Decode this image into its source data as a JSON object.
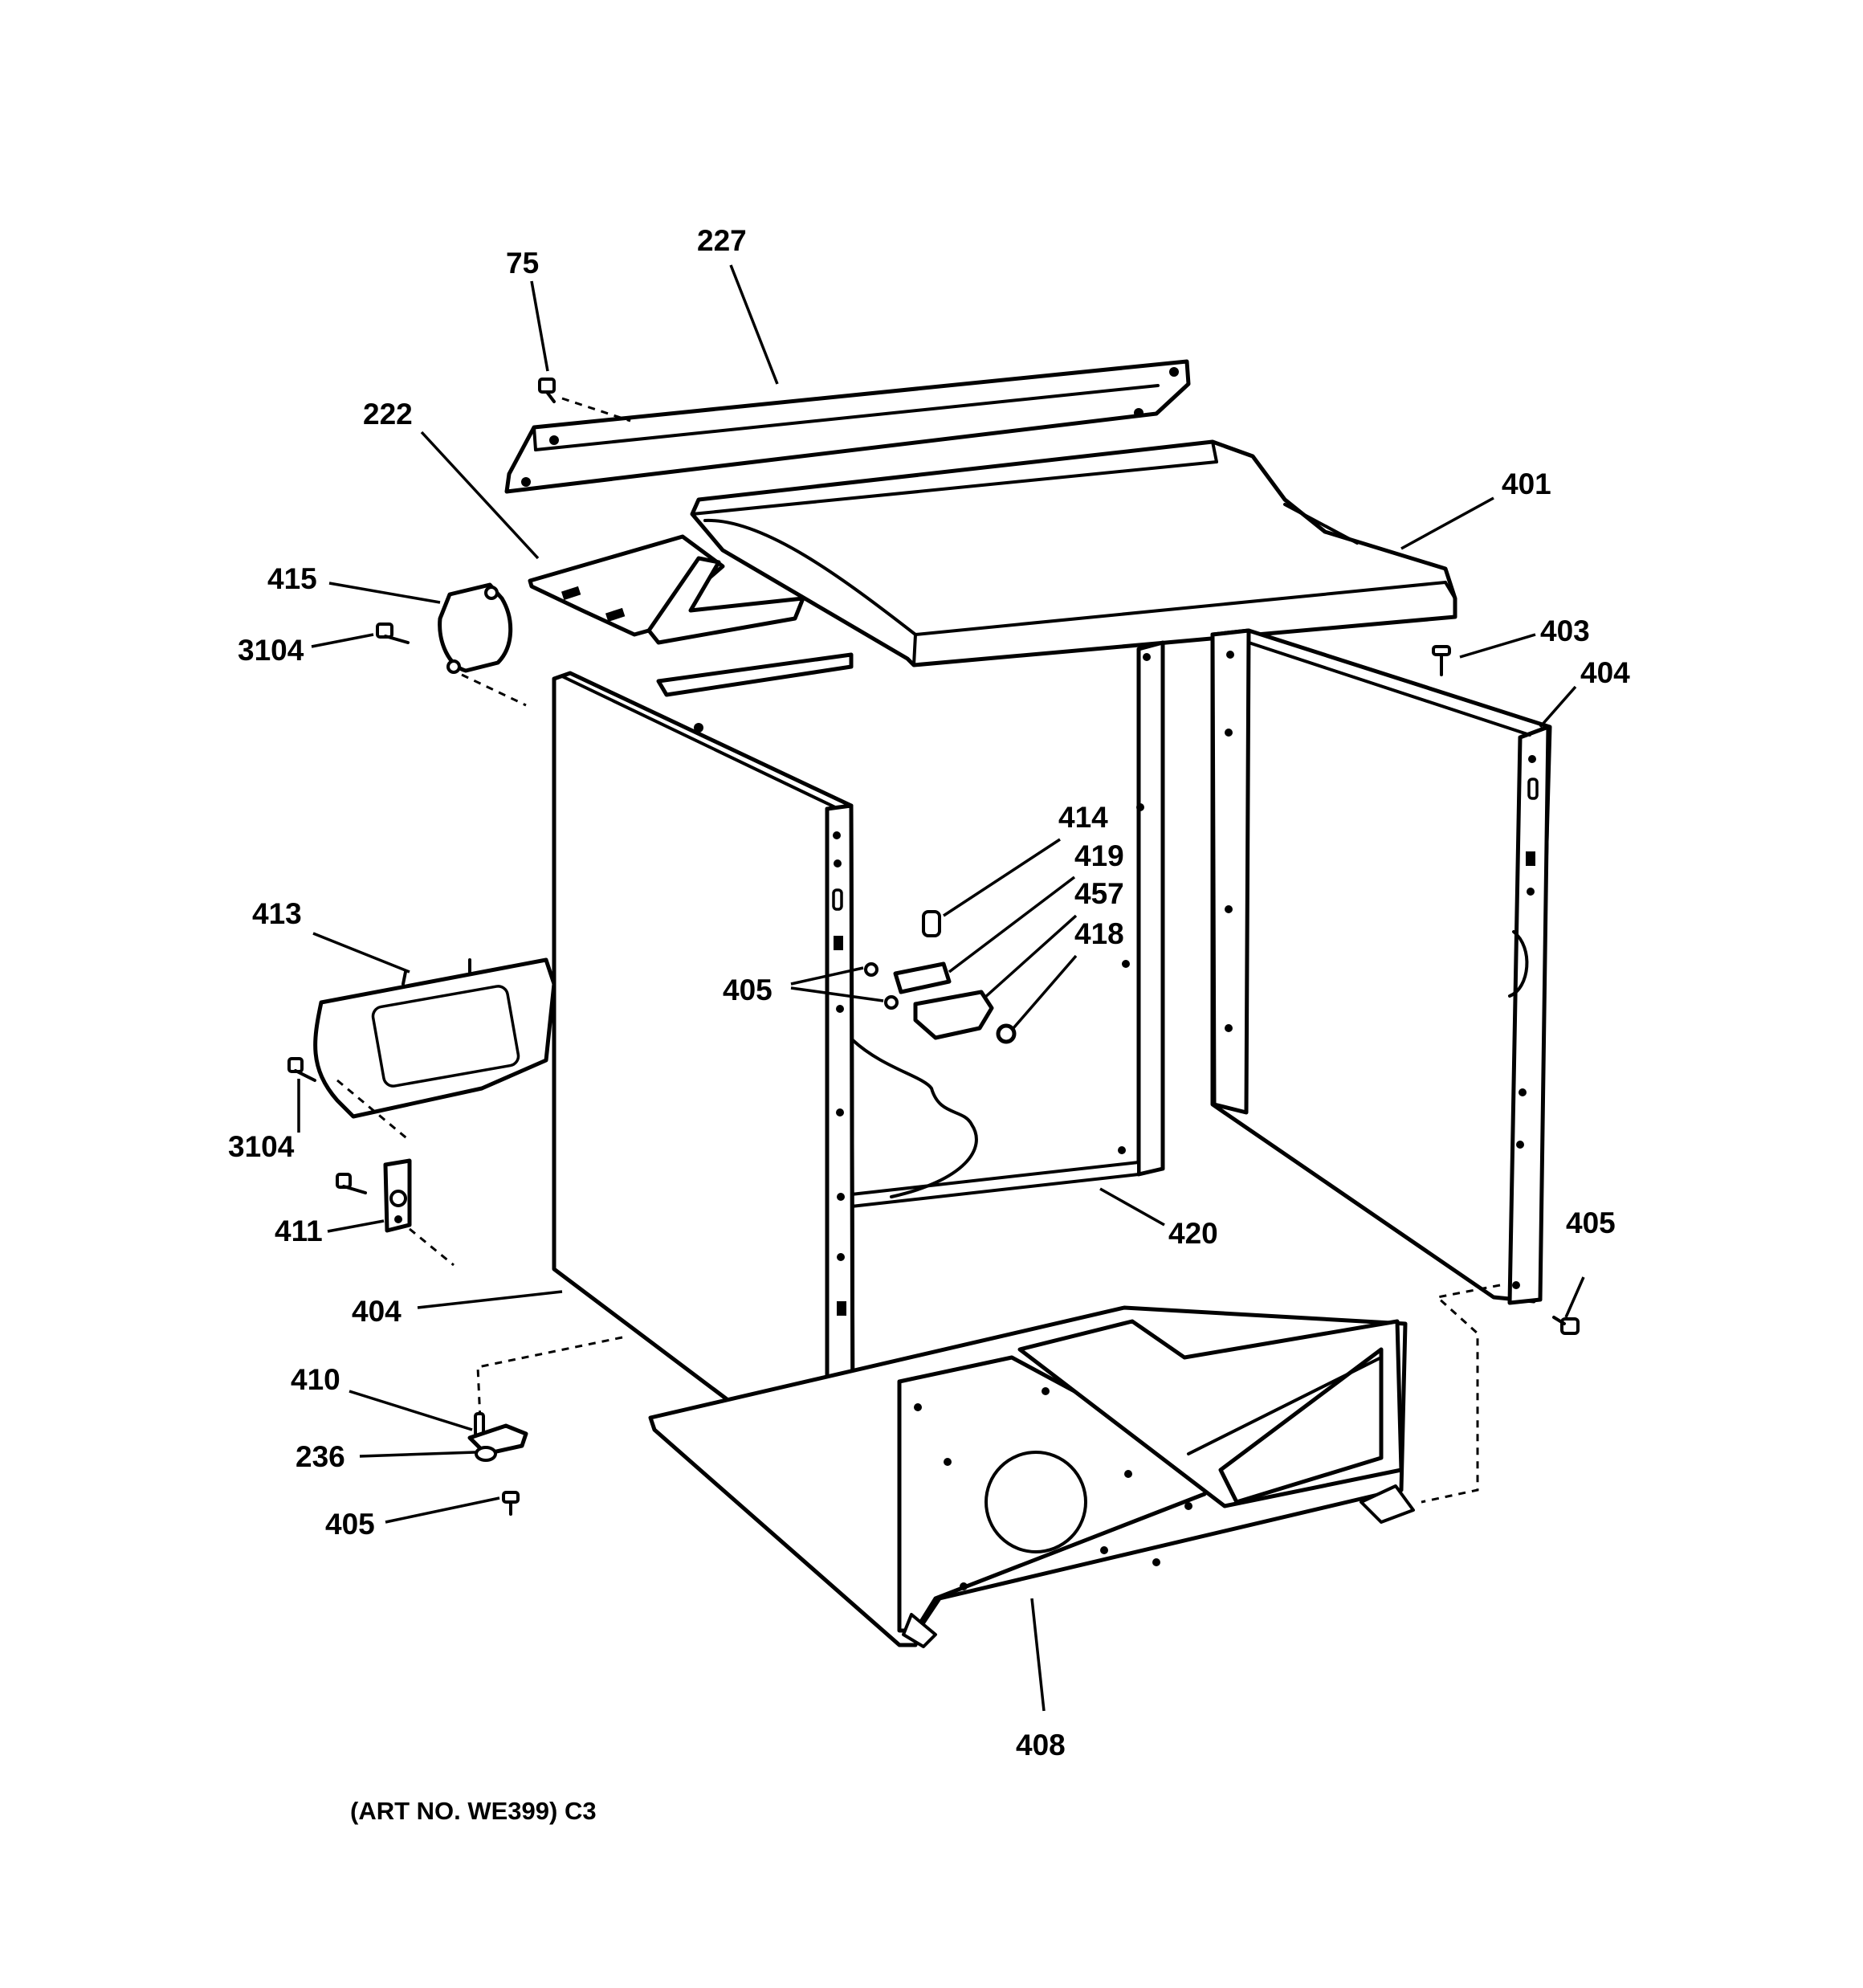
{
  "callouts": {
    "c75": "75",
    "c227": "227",
    "c222": "222",
    "c401": "401",
    "c415": "415",
    "c3104_top": "3104",
    "c403": "403",
    "c404_right": "404",
    "c414": "414",
    "c419": "419",
    "c457": "457",
    "c418": "418",
    "c405_mid": "405",
    "c413": "413",
    "c3104_low": "3104",
    "c411": "411",
    "c420": "420",
    "c405_right": "405",
    "c404_left": "404",
    "c410": "410",
    "c236": "236",
    "c405_low": "405",
    "c408": "408"
  },
  "art_number": "(ART NO. WE399) C3"
}
